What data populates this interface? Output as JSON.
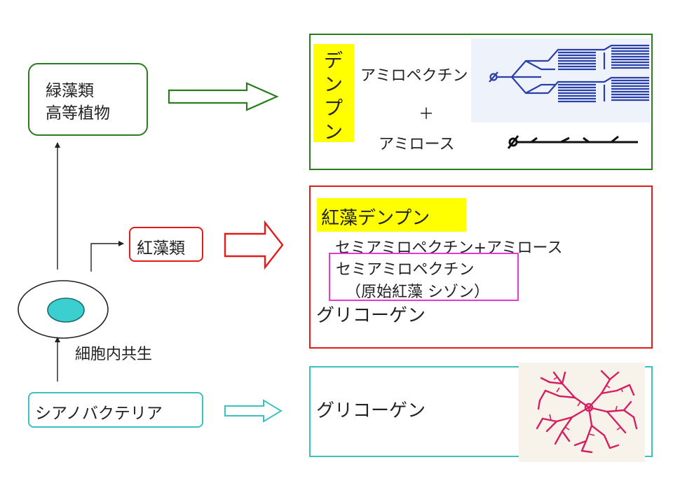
{
  "left": {
    "green_algae": [
      "緑藻類",
      "高等植物"
    ],
    "red_algae": "紅藻類",
    "cyanobacteria": "シアノバクテリア",
    "endosymbiosis": "細胞内共生"
  },
  "green_panel": {
    "highlight": [
      "デ",
      "ン",
      "プ",
      "ン"
    ],
    "amylopectin": "アミロペクチン",
    "plus": "＋",
    "amylose": "アミロース"
  },
  "red_panel": {
    "highlight": "紅藻デンプン",
    "line1": "セミアミロペクチン+アミロース",
    "box_line1": "セミアミロペクチン",
    "box_line2": "（原始紅藻 シゾン）",
    "glycogen": "グリコーゲン"
  },
  "cyan_panel": {
    "glycogen": "グリコーゲン"
  },
  "colors": {
    "green": "#2a7d1e",
    "red": "#e21b1b",
    "cyan": "#3cc0c0",
    "magenta": "#e33ad6",
    "highlight": "#ffff00",
    "nucleus": "#3ccfcf",
    "amylopectin_blue": "#2a3fa8",
    "glycogen_pink": "#d61f63"
  }
}
